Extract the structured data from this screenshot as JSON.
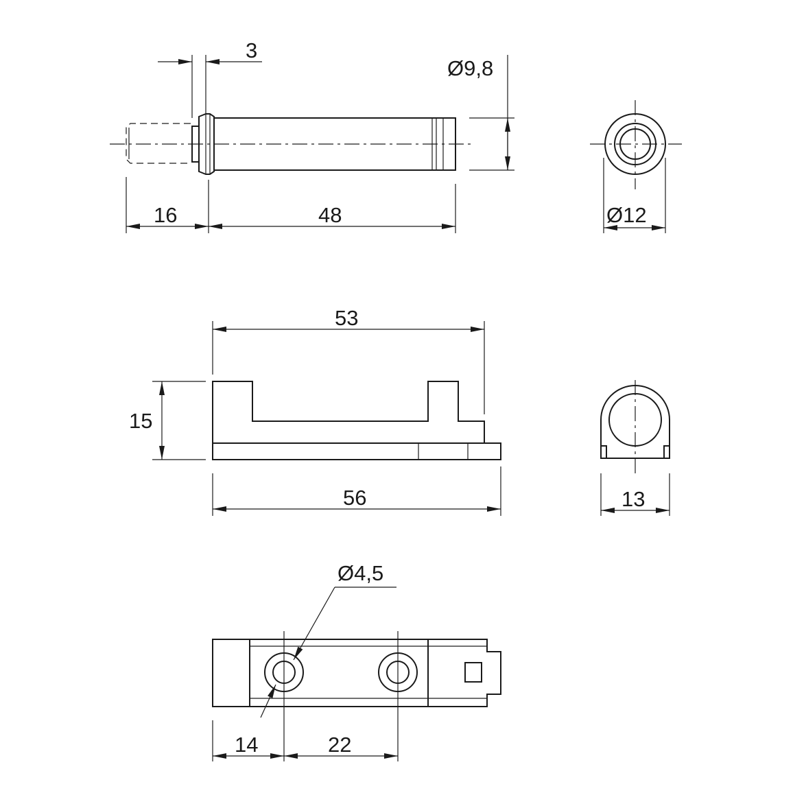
{
  "dimensions": {
    "d3": "3",
    "d9_8": "Ø9,8",
    "d16": "16",
    "d48": "48",
    "d12": "Ø12",
    "d53": "53",
    "d15": "15",
    "d56": "56",
    "d13": "13",
    "d4_5": "Ø4,5",
    "d14": "14",
    "d22": "22"
  }
}
